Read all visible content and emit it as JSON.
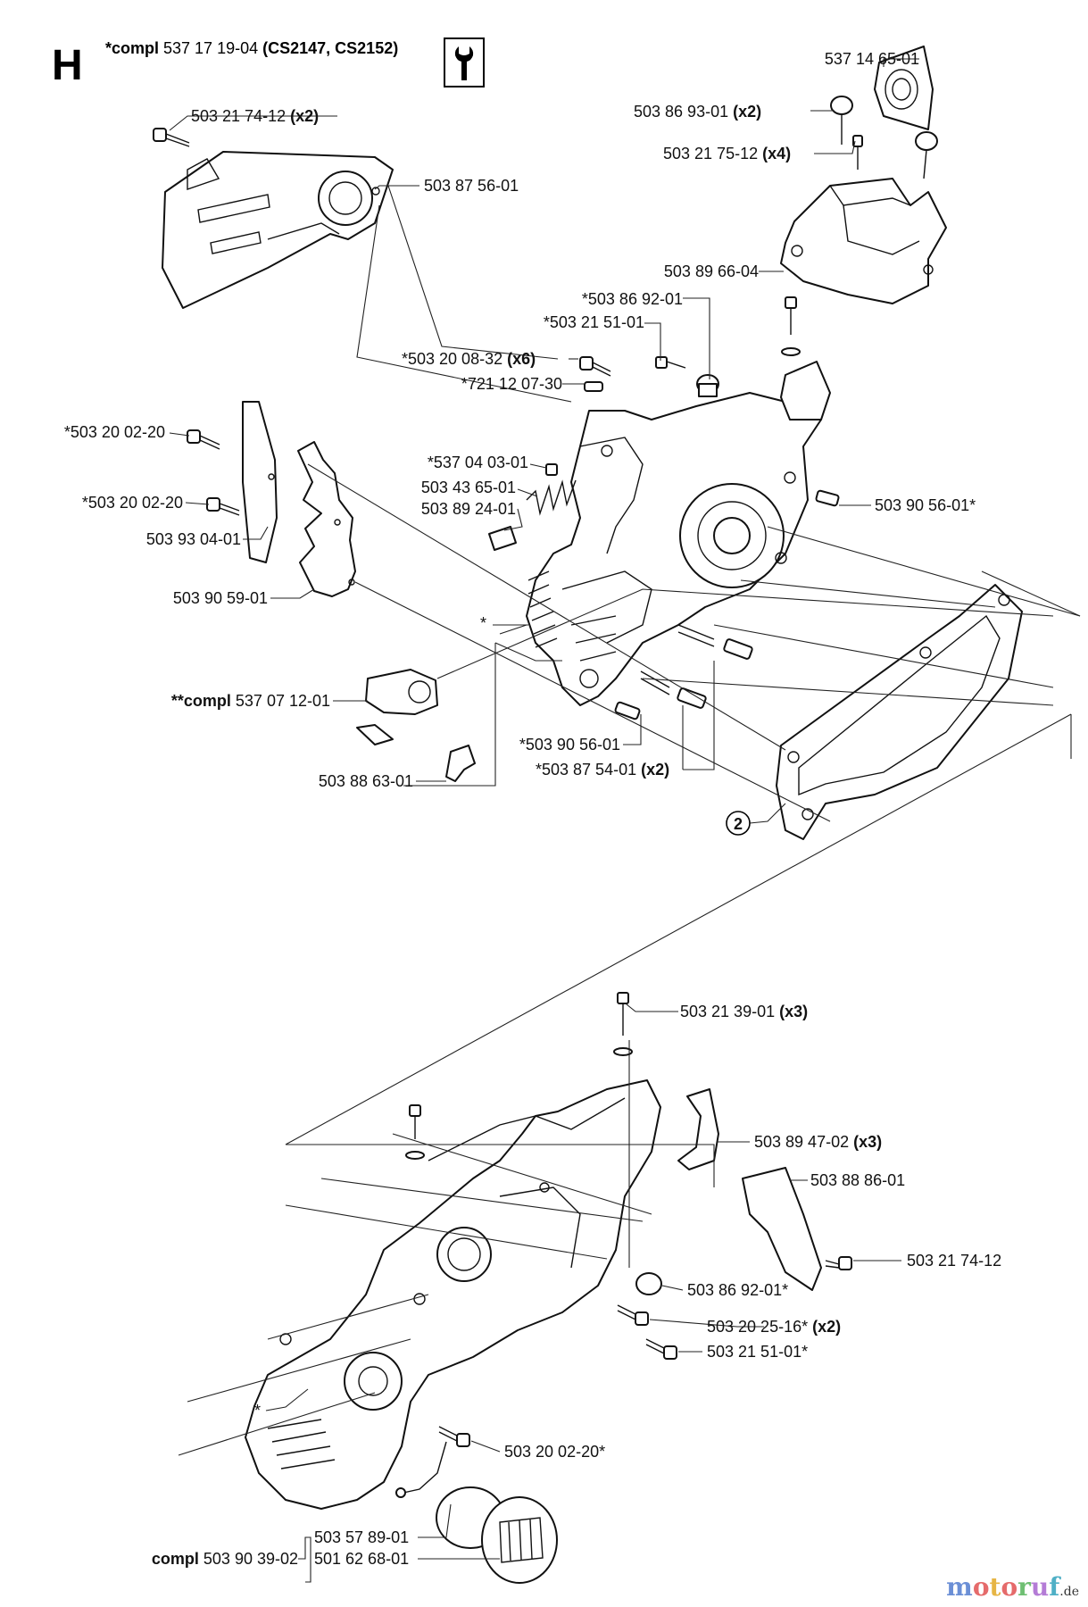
{
  "section": "H",
  "kit": {
    "prefix": "*compl",
    "number": " 537 17 19-04 ",
    "models": "(CS2147, CS2152)"
  },
  "icon": "wrench-icon",
  "callout_number": "2",
  "watermark": "motoruf.de",
  "parts": {
    "p_537146501": "537 14 65-01",
    "p_503869301": "503 86 93-01",
    "p_503869301_qty": "(x2)",
    "p_503217512": "503 21 75-12",
    "p_503217512_qty": "(x4)",
    "p_503896604": "503 89 66-04",
    "p_503869201a": "*503 86 92-01",
    "p_503215101a": "*503 21 51-01",
    "p_503200832": "*503 20 08-32",
    "p_503200832_qty": "(x6)",
    "p_721120730": "*721 12 07-30",
    "p_503217412a": "503 21 74-12",
    "p_503217412a_qty": "(x2)",
    "p_503875601": "503 87 56-01",
    "p_503200220a": "*503 20 02-20",
    "p_537040301": "*537 04 03-01",
    "p_503436501": "503 43 65-01",
    "p_503892401": "503 89 24-01",
    "p_503200220b": "*503 20 02-20",
    "p_503930401": "503 93 04-01",
    "p_503905601a": "503 90 56-01*",
    "p_503905901": "503 90 59-01",
    "p_star_a": "*",
    "p_compl537071201_prefix": "**compl",
    "p_compl537071201": " 537 07 12-01",
    "p_503905601b": "*503 90 56-01",
    "p_503875401": "*503 87 54-01",
    "p_503875401_qty": "(x2)",
    "p_503886301": "503 88 63-01",
    "p_503213901": "503 21 39-01",
    "p_503213901_qty": "(x3)",
    "p_503894702": "503 89 47-02",
    "p_503894702_qty": "(x3)",
    "p_503888601": "503 88 86-01",
    "p_503217412b": "503 21 74-12",
    "p_503869201b": "503 86 92-01*",
    "p_503202516": "503 20 25-16*",
    "p_503202516_qty": "(x2)",
    "p_503215101b": "503 21 51-01*",
    "p_star_b": "*",
    "p_503200220c": "503 20 02-20*",
    "p_503578901": "503 57 89-01",
    "p_compl503903902_prefix": "compl",
    "p_compl503903902": " 503 90 39-02",
    "p_501626801": "501 62 68-01"
  }
}
